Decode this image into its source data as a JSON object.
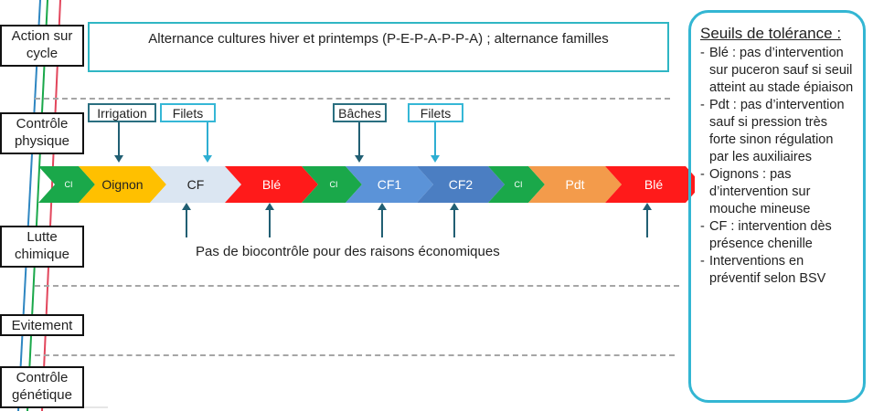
{
  "row_labels": {
    "action": "Action sur cycle",
    "physique": "Contrôle physique",
    "chimique": "Lutte chimique",
    "evitement": "Evitement",
    "genetique": "Contrôle génétique"
  },
  "top_box": "Alternance cultures hiver et printemps (P-E-P-A-P-P-A) ; alternance familles",
  "tags": {
    "irrigation": "Irrigation",
    "filets1": "Filets",
    "baches": "Bâches",
    "filets2": "Filets"
  },
  "sequence": [
    {
      "label": "CI",
      "color": "#1aa84a"
    },
    {
      "label": "Oignon",
      "color": "#ffc000"
    },
    {
      "label": "CF",
      "color": "#dbe6f2"
    },
    {
      "label": "Blé",
      "color": "#ff1a1a"
    },
    {
      "label": "CI",
      "color": "#1aa84a"
    },
    {
      "label": "CF1",
      "color": "#5b93d8"
    },
    {
      "label": "CF2",
      "color": "#4b7ec2"
    },
    {
      "label": "CI",
      "color": "#1aa84a"
    },
    {
      "label": "Pdt",
      "color": "#f39b4b"
    },
    {
      "label": "Blé",
      "color": "#ff1a1a"
    }
  ],
  "note": "Pas de biocontrôle pour des  raisons économiques",
  "side": {
    "title": "Seuils de tolérance :",
    "items": [
      "Blé : pas d’intervention sur puceron sauf si seuil atteint au stade épiaison",
      "Pdt : pas d’intervention sauf si pression très forte sinon régulation par les auxiliaires",
      "Oignons : pas d’intervention sur mouche mineuse",
      "CF : intervention dès présence chenille",
      "Interventions en préventif selon BSV"
    ]
  }
}
